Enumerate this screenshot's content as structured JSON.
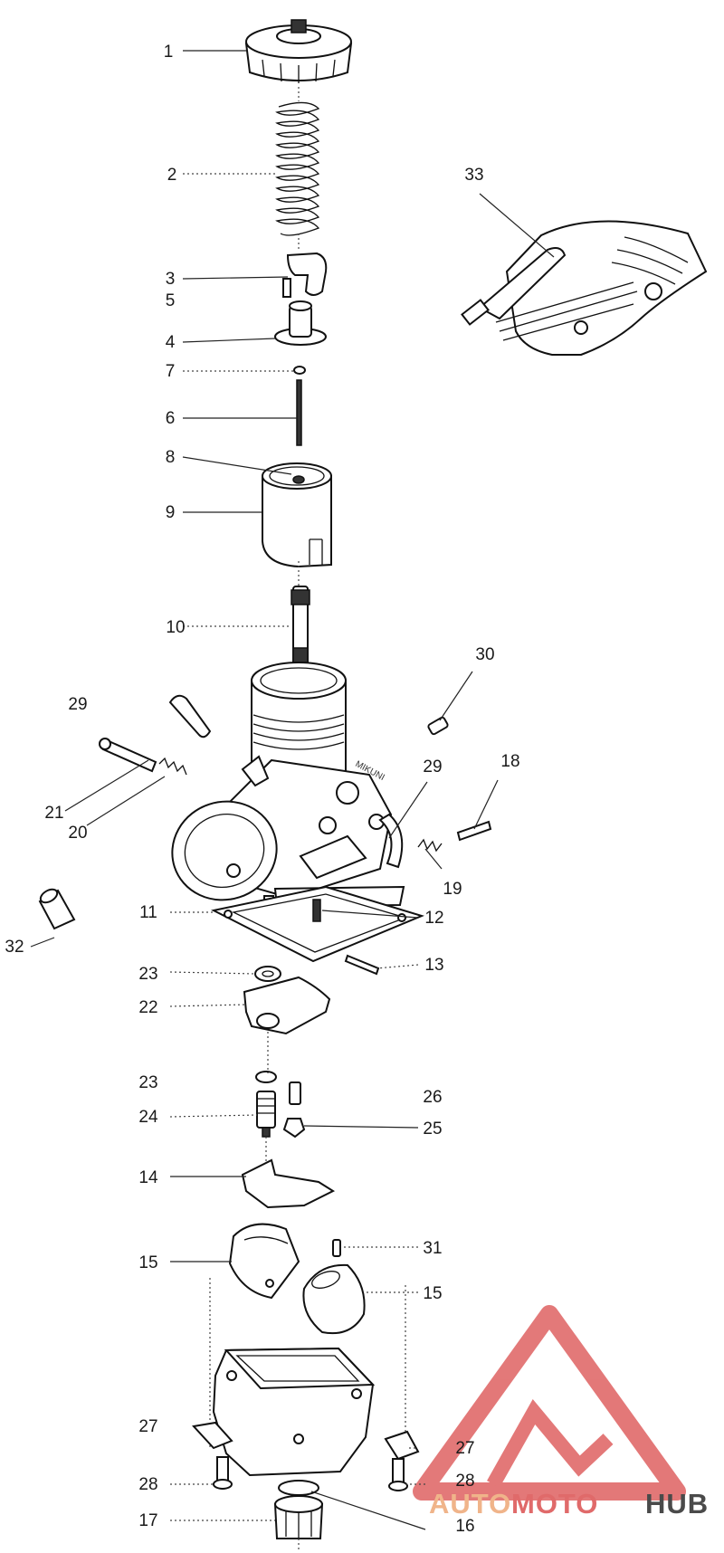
{
  "diagram": {
    "type": "exploded-parts-diagram",
    "callouts": {
      "n1": "1",
      "n2": "2",
      "n3": "3",
      "n4": "4",
      "n5": "5",
      "n6": "6",
      "n7": "7",
      "n8": "8",
      "n9": "9",
      "n10": "10",
      "n11": "11",
      "n12": "12",
      "n13": "13",
      "n14": "14",
      "n15": "15",
      "n16": "16",
      "n17": "17",
      "n18": "18",
      "n19": "19",
      "n20": "20",
      "n21": "21",
      "n22": "22",
      "n23": "23",
      "n24": "24",
      "n25": "25",
      "n26": "26",
      "n27": "27",
      "n28": "28",
      "n29": "29",
      "n30": "30",
      "n31": "31",
      "n32": "32",
      "n33": "33"
    },
    "carb_marking": "MIKUNI"
  },
  "watermark": {
    "part1": "AUTO",
    "part2": "MOTO",
    "part3": "HUB",
    "colors": {
      "logo": "#e06a6a",
      "auto": "#f0b48a",
      "moto": "#e06a6a",
      "hub": "#4a4a4a"
    }
  }
}
